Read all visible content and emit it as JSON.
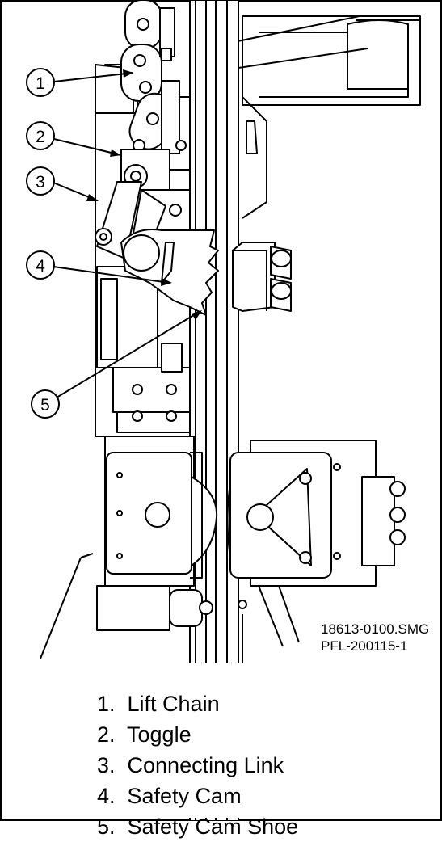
{
  "callouts": [
    {
      "number": "1"
    },
    {
      "number": "2"
    },
    {
      "number": "3"
    },
    {
      "number": "4"
    },
    {
      "number": "5"
    }
  ],
  "drawing_reference": [
    "18613-0100.SMG",
    "PFL-200115-1"
  ],
  "legend": [
    {
      "number": "1.",
      "label": "Lift Chain"
    },
    {
      "number": "2.",
      "label": "Toggle"
    },
    {
      "number": "3.",
      "label": "Connecting Link"
    },
    {
      "number": "4.",
      "label": "Safety Cam"
    },
    {
      "number": "5.",
      "label": "Safety Cam Shoe"
    }
  ]
}
